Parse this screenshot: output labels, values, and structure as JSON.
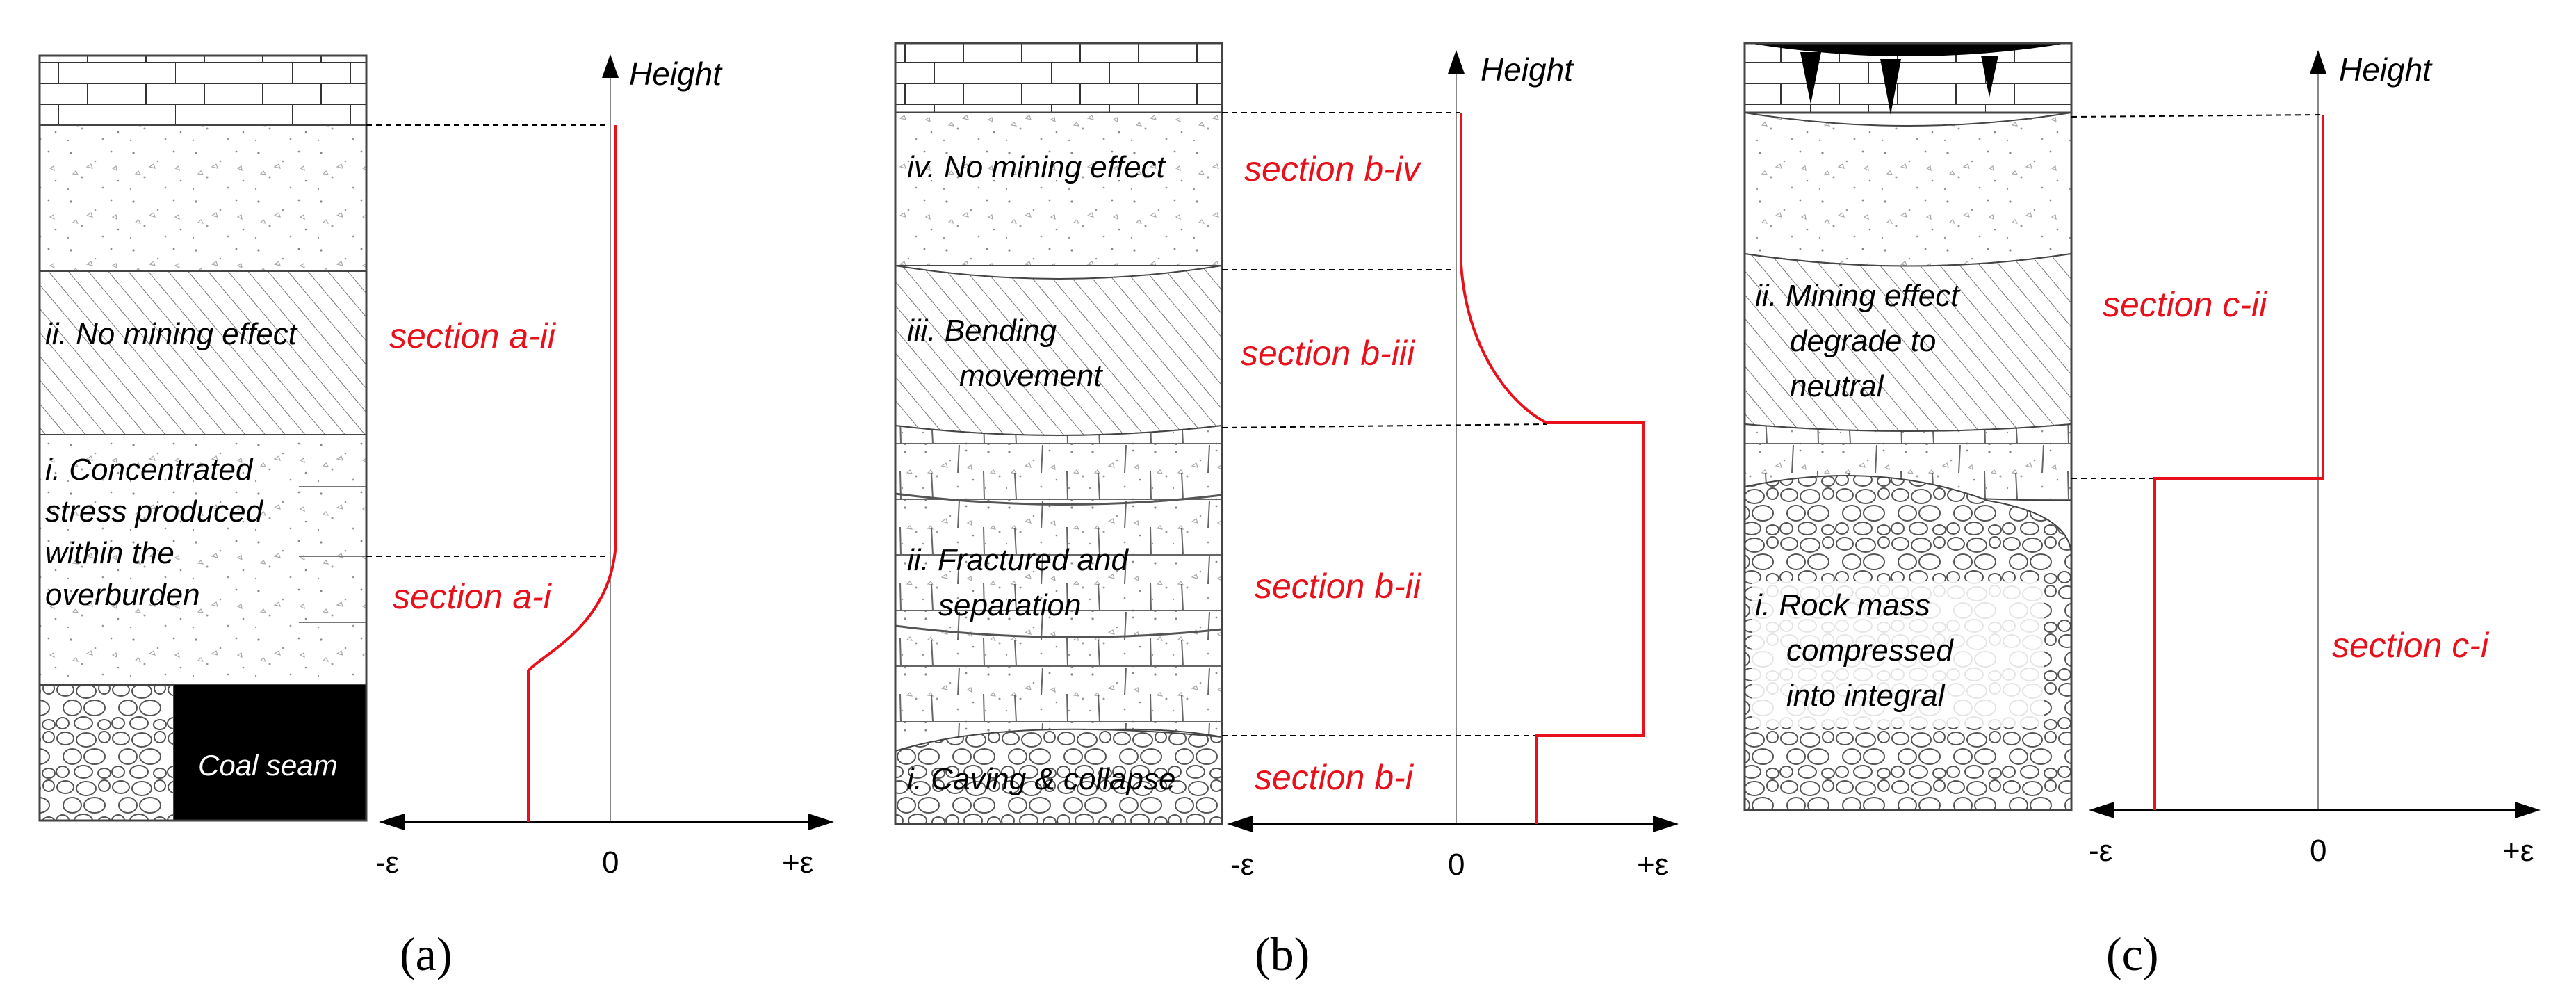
{
  "panels": {
    "a": {
      "caption": "(a)",
      "axis": {
        "y": "Height",
        "neg": "-ε",
        "zero": "0",
        "pos": "+ε"
      },
      "layers": {
        "ii": [
          "ii. No mining  effect"
        ],
        "i": [
          "i. Concentrated",
          "stress  produced",
          "within the",
          "overburden"
        ],
        "coal": "Coal seam"
      },
      "sections": {
        "upper": "section a-ii",
        "lower": "section a-i"
      }
    },
    "b": {
      "caption": "(b)",
      "axis": {
        "y": "Height",
        "neg": "-ε",
        "zero": "0",
        "pos": "+ε"
      },
      "layers": {
        "iv": [
          "iv. No mining effect"
        ],
        "iii": [
          "iii. Bending",
          "movement"
        ],
        "ii": [
          "ii. Fractured and",
          "separation"
        ],
        "i": [
          "i. Caving & collapse"
        ]
      },
      "sections": {
        "iv": "section b-iv",
        "iii": "section b-iii",
        "ii": "section b-ii",
        "i": "section b-i"
      }
    },
    "c": {
      "caption": "(c)",
      "axis": {
        "y": "Height",
        "neg": "-ε",
        "zero": "0",
        "pos": "+ε"
      },
      "layers": {
        "ii": [
          "ii. Mining effect",
          "degrade to",
          "neutral"
        ],
        "i": [
          "i. Rock mass",
          "compressed",
          "into integral"
        ]
      },
      "sections": {
        "upper": "section c-ii",
        "lower": "section c-i"
      }
    }
  },
  "colors": {
    "strain_line": "#e8101a",
    "axis": "#000000",
    "guide": "#000000"
  }
}
